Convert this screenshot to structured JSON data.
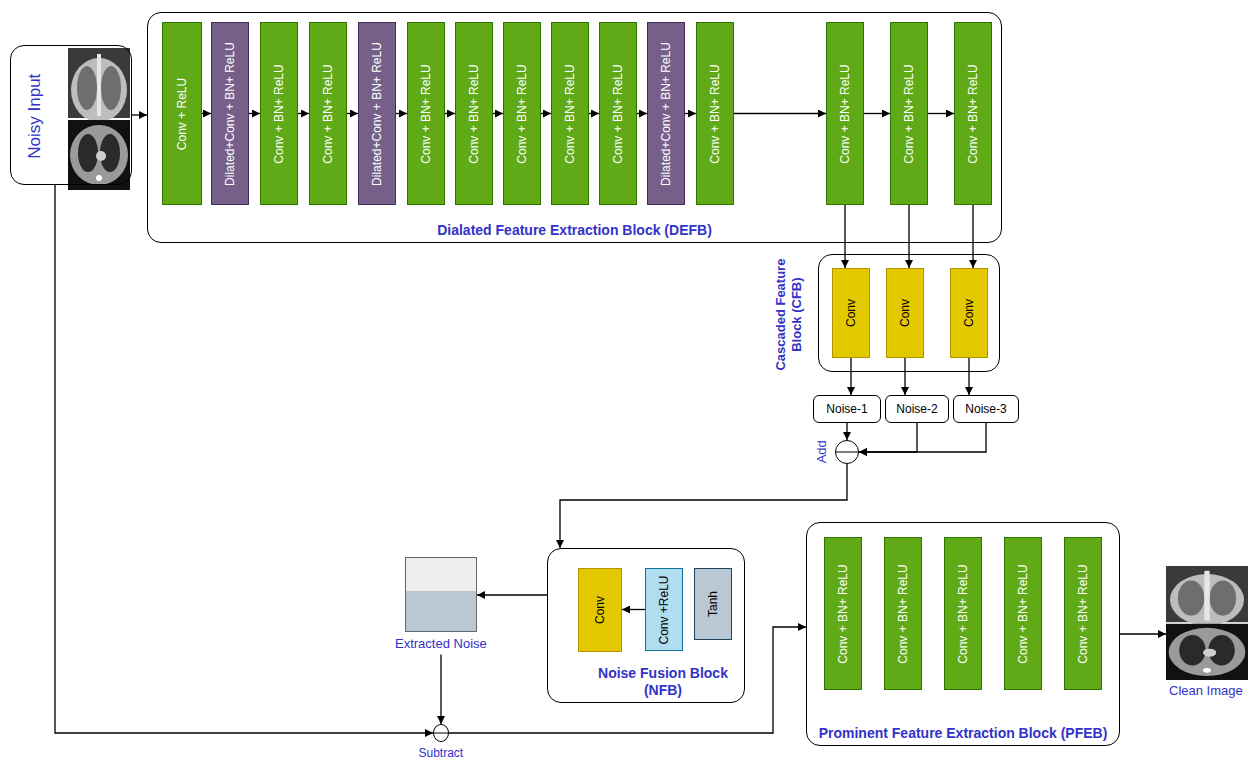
{
  "diagram": {
    "nodes": [
      {
        "text": [
          "Noisy Input"
        ]
      },
      {
        "text": [
          "Dialated Feature Extraction Block (DEFB)"
        ]
      },
      {
        "text": [
          "Conv + ReLU"
        ],
        "in": 1
      },
      {
        "text": [
          "Dilated+Conv + BN+ ReLU"
        ],
        "in": 1
      },
      {
        "text": [
          "Conv + BN+ ReLU"
        ],
        "in": 1
      },
      {
        "text": [
          "Conv + BN+ ReLU"
        ],
        "in": 1
      },
      {
        "text": [
          "Dilated+Conv + BN+ ReLU"
        ],
        "in": 1
      },
      {
        "text": [
          "Conv + BN+ ReLU"
        ],
        "in": 1
      },
      {
        "text": [
          "Conv + BN+ ReLU"
        ],
        "in": 1
      },
      {
        "text": [
          "Conv + BN+ ReLU"
        ],
        "in": 1
      },
      {
        "text": [
          "Conv + BN+ ReLU"
        ],
        "in": 1
      },
      {
        "text": [
          "Conv + BN+ ReLU"
        ],
        "in": 1
      },
      {
        "text": [
          "Dilated+Conv + BN+ ReLU"
        ],
        "in": 1
      },
      {
        "text": [
          "Conv + BN+ ReLU"
        ],
        "in": 1
      },
      {
        "text": [
          "Conv + BN+ ReLU"
        ],
        "in": 1
      },
      {
        "text": [
          "Conv + BN+ ReLU"
        ],
        "in": 1
      },
      {
        "text": [
          "Conv + BN+ ReLU"
        ],
        "in": 1
      },
      {
        "text": [
          "Cascaded Feature Block (CFB)"
        ]
      },
      {
        "text": [
          "Conv"
        ],
        "in": 17
      },
      {
        "text": [
          "Conv"
        ],
        "in": 17
      },
      {
        "text": [
          "Conv"
        ],
        "in": 17
      },
      {
        "text": [
          "Noise-1"
        ]
      },
      {
        "text": [
          "Noise-2"
        ]
      },
      {
        "text": [
          "Noise-3"
        ]
      },
      {
        "text": [
          "Add"
        ]
      },
      {
        "text": [
          "Noise Fusion Block (NFB)"
        ]
      },
      {
        "text": [
          "Conv"
        ],
        "in": 25
      },
      {
        "text": [
          "Conv +ReLU"
        ],
        "in": 25
      },
      {
        "text": [
          "Tanh"
        ],
        "in": 25
      },
      {
        "text": [
          "Extracted Noise"
        ]
      },
      {
        "text": [
          "Subtract"
        ]
      },
      {
        "text": [
          "Prominent Feature Extraction Block (PFEB)"
        ]
      },
      {
        "text": [
          "Conv + BN+ ReLU"
        ],
        "in": 31
      },
      {
        "text": [
          "Conv + BN+ ReLU"
        ],
        "in": 31
      },
      {
        "text": [
          "Conv + BN+ ReLU"
        ],
        "in": 31
      },
      {
        "text": [
          "Conv + BN+ ReLU"
        ],
        "in": 31
      },
      {
        "text": [
          "Conv + BN+ ReLU"
        ],
        "in": 31
      },
      {
        "text": [
          "Clean Image"
        ]
      }
    ],
    "edges": [
      {
        "from": 0,
        "to": 1,
        "arrow": "to"
      },
      {
        "from": 2,
        "to": 3,
        "arrow": "to"
      },
      {
        "from": 3,
        "to": 4,
        "arrow": "to"
      },
      {
        "from": 4,
        "to": 5,
        "arrow": "to"
      },
      {
        "from": 5,
        "to": 6,
        "arrow": "to"
      },
      {
        "from": 6,
        "to": 7,
        "arrow": "to"
      },
      {
        "from": 7,
        "to": 8,
        "arrow": "to"
      },
      {
        "from": 8,
        "to": 9,
        "arrow": "to"
      },
      {
        "from": 9,
        "to": 10,
        "arrow": "to"
      },
      {
        "from": 10,
        "to": 11,
        "arrow": "to"
      },
      {
        "from": 11,
        "to": 12,
        "arrow": "to"
      },
      {
        "from": 12,
        "to": 13,
        "arrow": "to"
      },
      {
        "from": 13,
        "to": 14,
        "arrow": "to"
      },
      {
        "from": 14,
        "to": 15,
        "arrow": "to"
      },
      {
        "from": 15,
        "to": 16,
        "arrow": "to"
      },
      {
        "from": 14,
        "to": 18,
        "arrow": "to"
      },
      {
        "from": 15,
        "to": 19,
        "arrow": "to"
      },
      {
        "from": 16,
        "to": 20,
        "arrow": "to"
      },
      {
        "from": 18,
        "to": 21,
        "arrow": "to"
      },
      {
        "from": 19,
        "to": 22,
        "arrow": "to"
      },
      {
        "from": 20,
        "to": 23,
        "arrow": "to"
      },
      {
        "from": 21,
        "to": 24,
        "arrow": "to"
      },
      {
        "from": 22,
        "to": 24,
        "arrow": "to"
      },
      {
        "from": 23,
        "to": 24,
        "arrow": "to"
      },
      {
        "from": 24,
        "to": 25,
        "arrow": "to"
      },
      {
        "from": 27,
        "to": 26,
        "arrow": "to"
      },
      {
        "from": 25,
        "to": 29,
        "arrow": "to"
      },
      {
        "from": 29,
        "to": 30,
        "arrow": "to"
      },
      {
        "from": 0,
        "to": 30,
        "arrow": "to"
      },
      {
        "from": 30,
        "to": 31,
        "arrow": "to"
      },
      {
        "from": 31,
        "to": 37,
        "arrow": "to"
      }
    ]
  }
}
